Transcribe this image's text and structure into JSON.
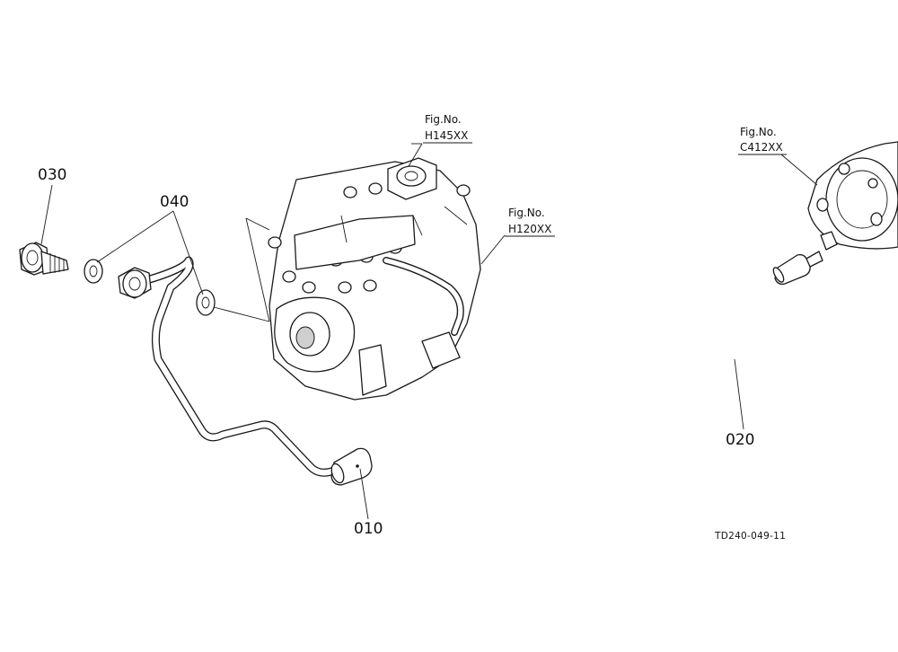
{
  "parts": {
    "p010": "010",
    "p020": "020",
    "p030": "030",
    "p040": "040"
  },
  "figures": {
    "f1": {
      "title": "Fig.No.",
      "code": "H145XX"
    },
    "f2": {
      "title": "Fig.No.",
      "code": "H120XX"
    },
    "f3": {
      "title": "Fig.No.",
      "code": "C412XX"
    }
  },
  "drawing_code": "TD240-049-11"
}
